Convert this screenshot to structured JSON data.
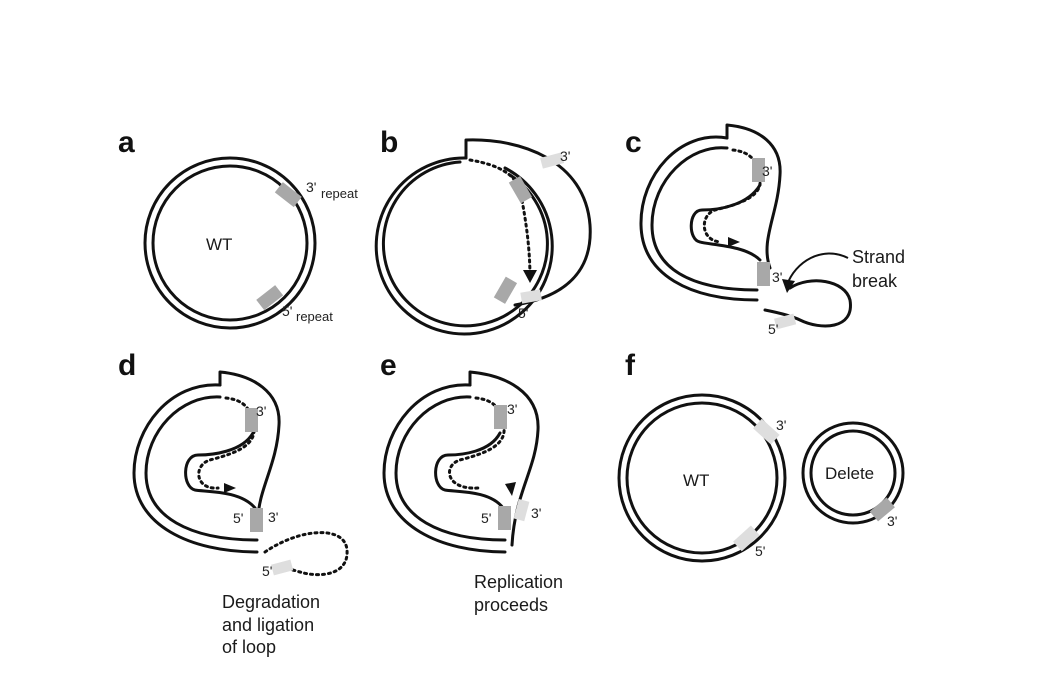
{
  "panels": {
    "a": {
      "letter": "a",
      "center_label": "WT",
      "top_repeat_prime": "3'",
      "top_repeat_word": "repeat",
      "bottom_repeat_prime": "5'",
      "bottom_repeat_word": "repeat"
    },
    "b": {
      "letter": "b",
      "label_3": "3'",
      "label_5": "5'"
    },
    "c": {
      "letter": "c",
      "label_3_top": "3'",
      "label_3_mid": "3'",
      "label_5": "5'",
      "caption_line1": "Strand",
      "caption_line2": "break"
    },
    "d": {
      "letter": "d",
      "label_3_top": "3'",
      "label_5_mid": "5'",
      "label_3_mid": "3'",
      "label_5_loop": "5'",
      "caption_line1": "Degradation",
      "caption_line2": "and ligation",
      "caption_line3": "of loop"
    },
    "e": {
      "letter": "e",
      "label_3_top": "3'",
      "label_5_mid": "5'",
      "label_3_mid": "3'",
      "caption_line1": "Replication",
      "caption_line2": "proceeds"
    },
    "f": {
      "letter": "f",
      "big_label": "WT",
      "small_label": "Delete",
      "big_3": "3'",
      "big_5": "5'",
      "small_3": "3'"
    }
  },
  "colors": {
    "strand": "#111111",
    "repeat_dark": "#a8a8a8",
    "repeat_light": "#dedede"
  }
}
